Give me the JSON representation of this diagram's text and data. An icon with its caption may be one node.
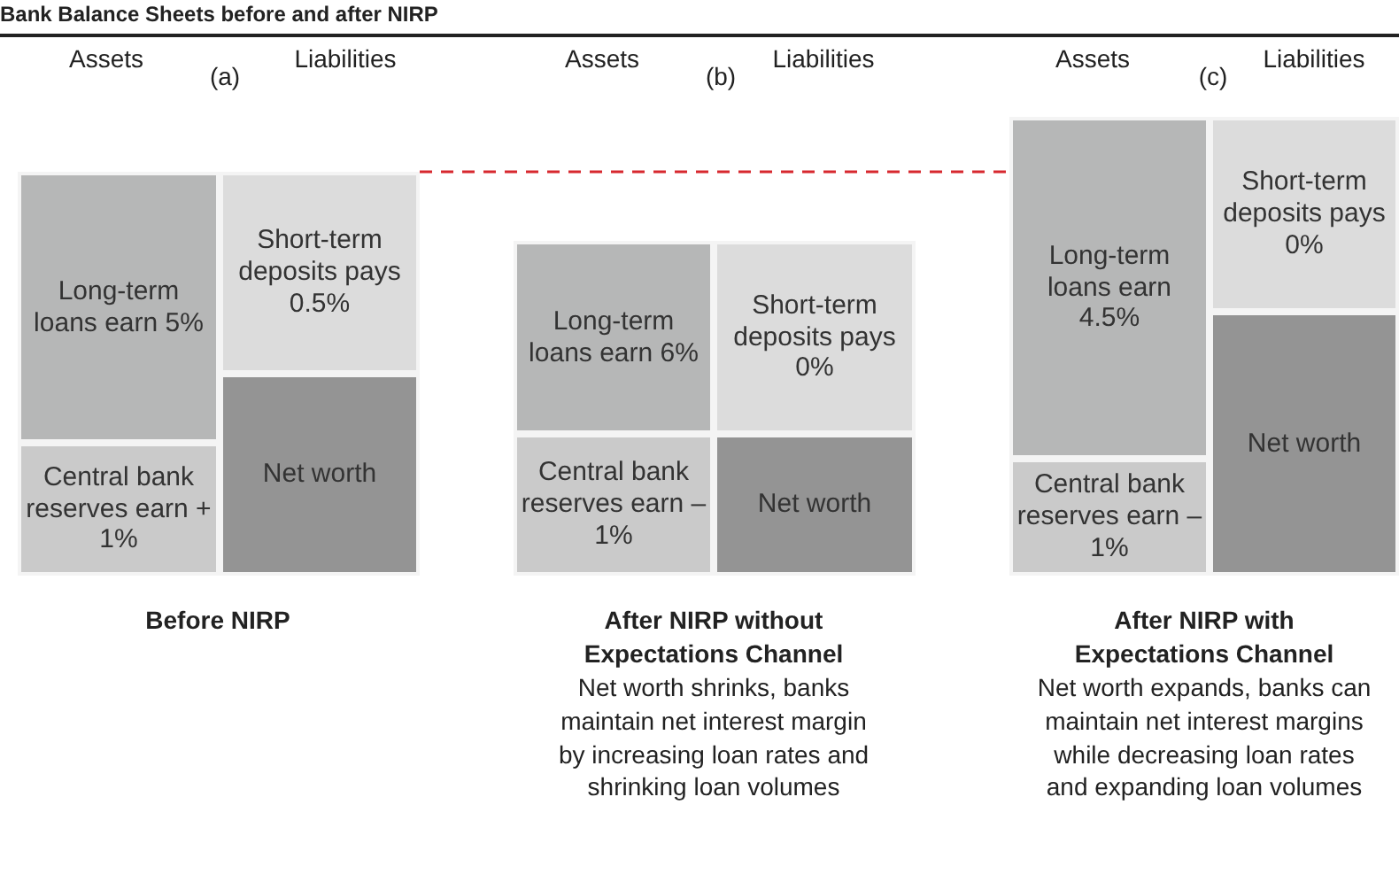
{
  "diagram": {
    "title": "Bank Balance Sheets before and after NIRP",
    "nodes": [
      {
        "text": [
          "Long-term loans earn 5%"
        ]
      },
      {
        "text": [
          "Central bank reserves earn + 1%"
        ]
      },
      {
        "text": [
          "Short-term deposits pays 0.5%"
        ]
      },
      {
        "text": [
          "Net worth"
        ]
      },
      {
        "text": [
          "Long-term loans earn 6%"
        ]
      },
      {
        "text": [
          "Central bank reserves earn – 1%"
        ]
      },
      {
        "text": [
          "Short-term deposits pays 0%"
        ]
      },
      {
        "text": [
          "Net worth"
        ]
      },
      {
        "text": [
          "Long-term loans earn 4.5%"
        ]
      },
      {
        "text": [
          "Central bank reserves earn – 1%"
        ]
      },
      {
        "text": [
          "Short-term deposits pays 0%"
        ]
      },
      {
        "text": [
          "Net worth"
        ]
      }
    ],
    "edges": [
      {
        "from": 2,
        "to": 8,
        "arrow": "none",
        "style": "dashed",
        "color": "#d7282f"
      }
    ],
    "labels": [
      "Assets",
      "(a)",
      "Liabilities",
      "Assets",
      "(b)",
      "Liabilities",
      "Assets",
      "(c)",
      "Liabilities",
      "Before NIRP",
      "After NIRP without Expectations Channel",
      "Net worth shrinks, banks maintain net interest margin by increasing loan rates and shrinking loan volumes",
      "After NIRP with Expectations Channel",
      "Net worth expands, banks can maintain net interest margins while decreasing loan rates and expanding loan volumes"
    ]
  }
}
